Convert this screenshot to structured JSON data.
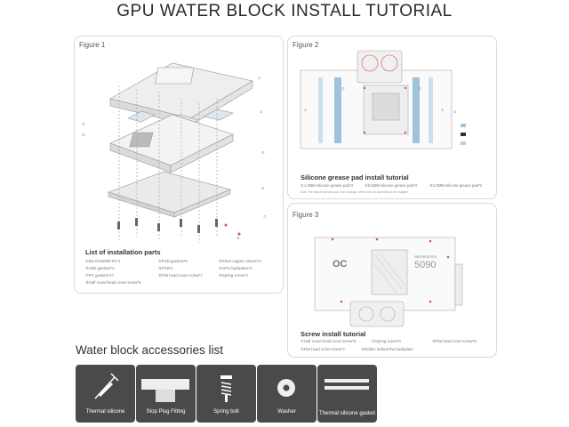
{
  "title": "GPU WATER BLOCK INSTALL TUTORIAL",
  "figure1": {
    "label": "Figure 1",
    "parts_title": "List of installation parts",
    "parts": [
      "①BS-GIG5090-PA*1",
      "②PCB gaskets*6",
      "③Short copper column*2",
      "④ABS gaskets*2",
      "⑤PCB*1",
      "⑥GPU backplane*1",
      "⑦PC gaskets*17",
      "⑧Flat head cross screw*7",
      "⑨Spring screw*4",
      "⑩Half round head cross screw*6"
    ]
  },
  "figure2": {
    "label": "Figure 2",
    "section_title": "Silicone grease pad install tutorial",
    "pads": [
      "①1.2MM silicone grease pad*2",
      "②0.5MM silicone grease pad*2",
      "③2.0MM silicone grease pad*2"
    ],
    "note": "Note: The silicone grease pad in the package need to be cut according to the diagram"
  },
  "figure3": {
    "label": "Figure 3",
    "section_title": "Screw install tutorial",
    "screws": [
      "①Half round head cross screw*6",
      "②Spring screw*4",
      "③Flat head cross screw*5",
      "④Flat head cross screw*2",
      "⑤hidden behind the backplane"
    ],
    "card_badge": "GEFORCE RTX",
    "card_model": "5090",
    "card_logo": "OC"
  },
  "accessories": {
    "title": "Water block accessories list",
    "items": [
      {
        "label": "Thermal silicone",
        "icon": "syringe-icon"
      },
      {
        "label": "Stop Plug Fitting",
        "icon": "plug-icon"
      },
      {
        "label": "Spring bolt",
        "icon": "spring-bolt-icon"
      },
      {
        "label": "Washer",
        "icon": "washer-icon"
      },
      {
        "label": "Thermal silicone gasket",
        "icon": "gasket-icon"
      }
    ]
  },
  "colors": {
    "dark_tile": "#4a4a4a",
    "pad_blue": "#9fc3dc",
    "callout_red": "#d9534f"
  }
}
